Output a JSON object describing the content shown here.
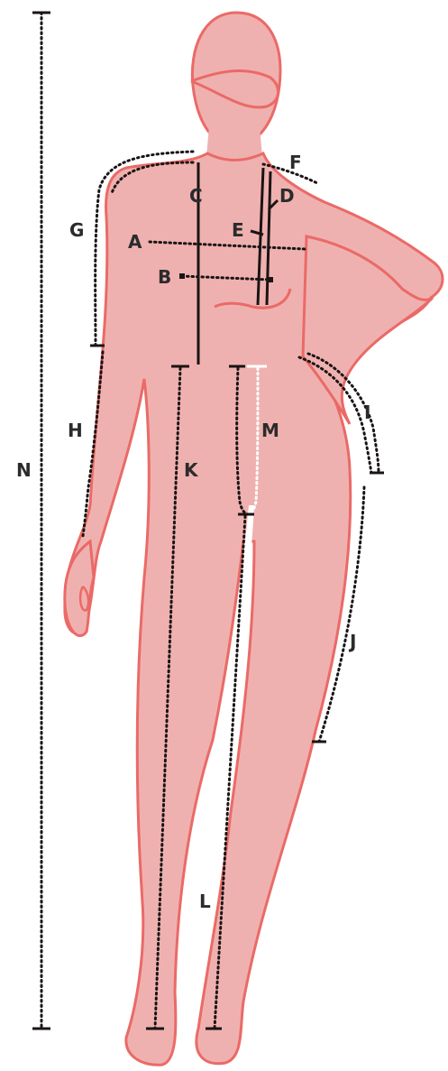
{
  "colors": {
    "body_fill": "#efb1b0",
    "body_outline": "#ea6a67",
    "measure_line": "#1a1414"
  },
  "labels": {
    "A": "A",
    "B": "B",
    "C": "C",
    "D": "D",
    "E": "E",
    "F": "F",
    "G": "G",
    "H": "H",
    "I": "I",
    "J": "J",
    "K": "K",
    "L": "L",
    "M": "M",
    "N": "N"
  }
}
